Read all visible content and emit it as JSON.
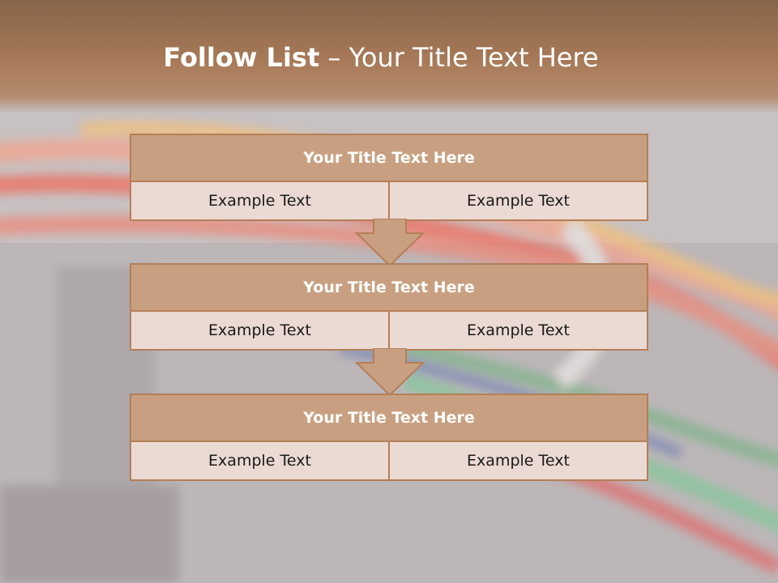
{
  "slide": {
    "title_bold": "Follow List",
    "title_rest": " – Your Title Text Here"
  },
  "blocks": [
    {
      "title": "Your Title Text Here",
      "cells": [
        "Example Text",
        "Example Text"
      ]
    },
    {
      "title": "Your Title Text Here",
      "cells": [
        "Example Text",
        "Example Text"
      ]
    },
    {
      "title": "Your Title Text Here",
      "cells": [
        "Example Text",
        "Example Text"
      ]
    }
  ],
  "colors": {
    "title_band": "#a87a58",
    "block_header": "#c8a081",
    "block_body": "#eadad3",
    "border": "#b57e57",
    "arrow_fill": "#c8a081"
  }
}
